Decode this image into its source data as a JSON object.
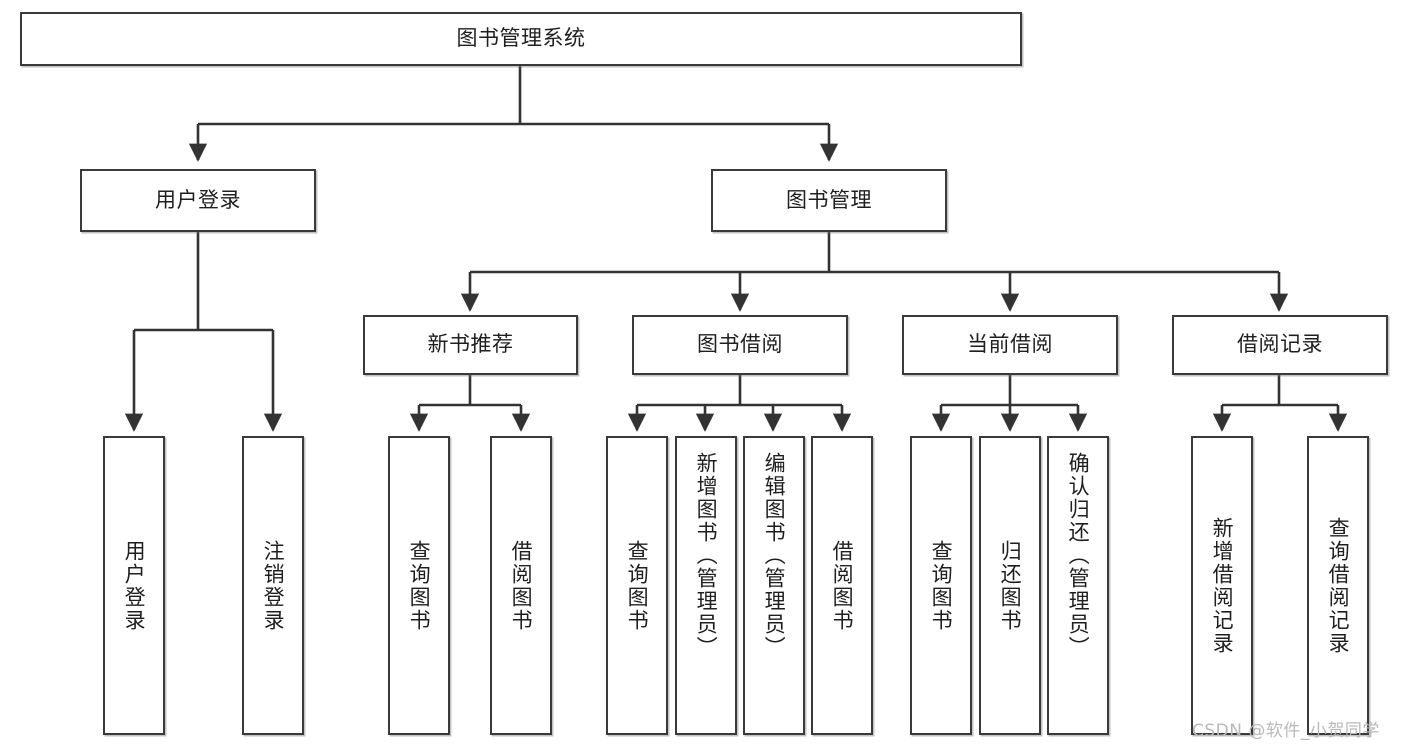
{
  "diagram": {
    "title": "图书管理系统",
    "type": "tree-hierarchy-diagram",
    "watermark": "CSDN @软件_小贺同学",
    "colors": {
      "box_border": "#3a3a3a",
      "box_fill": "#ffffff",
      "connector": "#333333",
      "text": "#1f1f1f",
      "watermark": "#b9b9b9",
      "background": "#ffffff"
    },
    "nodes": {
      "root": {
        "label": "图书管理系统"
      },
      "level2": [
        {
          "id": "user-login",
          "label": "用户登录"
        },
        {
          "id": "book-manage",
          "label": "图书管理"
        }
      ],
      "level3": [
        {
          "id": "new-book-recommend",
          "label": "新书推荐"
        },
        {
          "id": "book-borrow",
          "label": "图书借阅"
        },
        {
          "id": "current-borrow",
          "label": "当前借阅"
        },
        {
          "id": "borrow-record",
          "label": "借阅记录"
        }
      ],
      "leaves": {
        "user-login": [
          {
            "id": "leaf-user-login",
            "label": "用户登录"
          },
          {
            "id": "leaf-logout",
            "label": "注销登录"
          }
        ],
        "new-book-recommend": [
          {
            "id": "leaf-query-book-1",
            "label": "查询图书"
          },
          {
            "id": "leaf-borrow-book-1",
            "label": "借阅图书"
          }
        ],
        "book-borrow": [
          {
            "id": "leaf-query-book-2",
            "label": "查询图书"
          },
          {
            "id": "leaf-add-book",
            "label": "新增图书（管理员）"
          },
          {
            "id": "leaf-edit-book",
            "label": "编辑图书（管理员）"
          },
          {
            "id": "leaf-borrow-book-2",
            "label": "借阅图书"
          }
        ],
        "current-borrow": [
          {
            "id": "leaf-query-book-3",
            "label": "查询图书"
          },
          {
            "id": "leaf-return-book",
            "label": "归还图书"
          },
          {
            "id": "leaf-confirm-return",
            "label": "确认归还（管理员）"
          }
        ],
        "borrow-record": [
          {
            "id": "leaf-add-record",
            "label": "新增借阅记录"
          },
          {
            "id": "leaf-query-record",
            "label": "查询借阅记录"
          }
        ]
      }
    }
  }
}
